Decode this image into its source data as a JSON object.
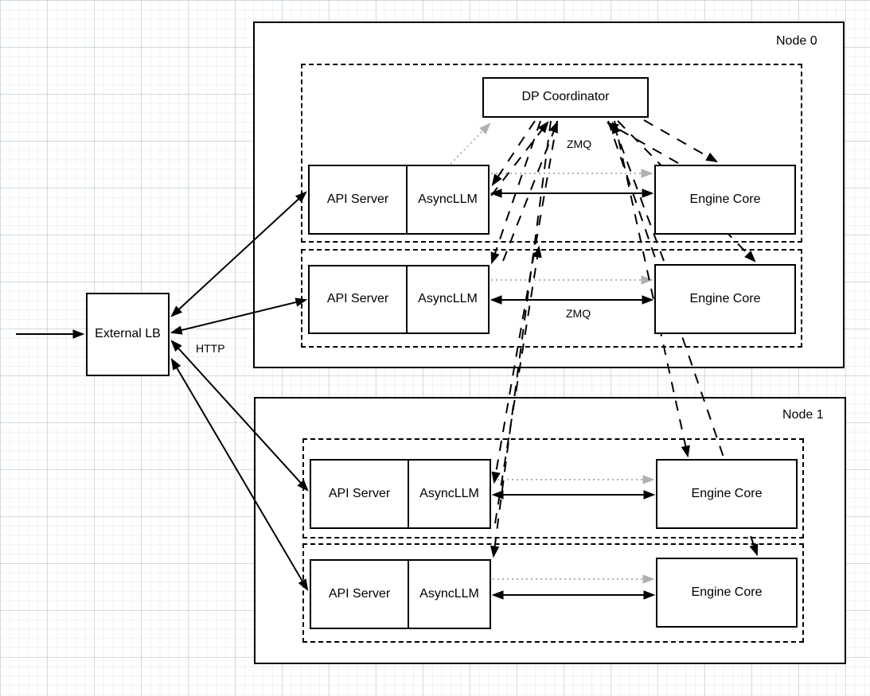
{
  "lb": {
    "label": "External LB"
  },
  "coordinator": {
    "label": "DP Coordinator"
  },
  "nodes": [
    {
      "label": "Node 0"
    },
    {
      "label": "Node 1"
    }
  ],
  "ranks": [
    {
      "api": "API Server",
      "llm": "AsyncLLM",
      "engine": "Engine Core"
    },
    {
      "api": "API Server",
      "llm": "AsyncLLM",
      "engine": "Engine Core"
    },
    {
      "api": "API Server",
      "llm": "AsyncLLM",
      "engine": "Engine Core"
    },
    {
      "api": "API Server",
      "llm": "AsyncLLM",
      "engine": "Engine Core"
    }
  ],
  "labels": {
    "http": "HTTP",
    "zmq_rank0": "ZMQ",
    "zmq_rank1": "ZMQ"
  },
  "colors": {
    "stroke": "#000000",
    "dotted_gray": "#b0b0b0",
    "fill": "#ffffff"
  },
  "edges": [
    {
      "from": "client",
      "to": "external-lb",
      "type": "solid-arrow"
    },
    {
      "from": "external-lb",
      "to": "api-server-0",
      "type": "solid-bidirectional",
      "label": "HTTP"
    },
    {
      "from": "external-lb",
      "to": "api-server-1",
      "type": "solid-bidirectional",
      "label": "HTTP"
    },
    {
      "from": "external-lb",
      "to": "api-server-2",
      "type": "solid-bidirectional",
      "label": "HTTP"
    },
    {
      "from": "external-lb",
      "to": "api-server-3",
      "type": "solid-bidirectional",
      "label": "HTTP"
    },
    {
      "from": "asyncllm-0",
      "to": "engine-core-0",
      "type": "solid-bidirectional",
      "label": "ZMQ"
    },
    {
      "from": "asyncllm-1",
      "to": "engine-core-1",
      "type": "solid-bidirectional",
      "label": "ZMQ"
    },
    {
      "from": "asyncllm-2",
      "to": "engine-core-2",
      "type": "solid-bidirectional"
    },
    {
      "from": "asyncllm-3",
      "to": "engine-core-3",
      "type": "solid-bidirectional"
    },
    {
      "from": "asyncllm-0",
      "to": "dp-coordinator",
      "type": "dotted-gray"
    },
    {
      "from": "asyncllm-0",
      "to": "engine-core-0",
      "type": "dotted-gray"
    },
    {
      "from": "asyncllm-1",
      "to": "engine-core-1",
      "type": "dotted-gray"
    },
    {
      "from": "asyncllm-2",
      "to": "engine-core-2",
      "type": "dotted-gray"
    },
    {
      "from": "asyncllm-3",
      "to": "engine-core-3",
      "type": "dotted-gray"
    },
    {
      "from": "dp-coordinator",
      "to": "asyncllm-0",
      "type": "dashed"
    },
    {
      "from": "dp-coordinator",
      "to": "asyncllm-1",
      "type": "dashed"
    },
    {
      "from": "dp-coordinator",
      "to": "asyncllm-2",
      "type": "dashed"
    },
    {
      "from": "dp-coordinator",
      "to": "asyncllm-3",
      "type": "dashed"
    },
    {
      "from": "dp-coordinator",
      "to": "engine-core-0",
      "type": "dashed"
    },
    {
      "from": "dp-coordinator",
      "to": "engine-core-1",
      "type": "dashed"
    },
    {
      "from": "dp-coordinator",
      "to": "engine-core-2",
      "type": "dashed"
    },
    {
      "from": "dp-coordinator",
      "to": "engine-core-3",
      "type": "dashed"
    },
    {
      "from": "asyncllm-0",
      "to": "dp-coordinator",
      "type": "dashed"
    },
    {
      "from": "asyncllm-1",
      "to": "dp-coordinator",
      "type": "dashed"
    },
    {
      "from": "engine-core-0",
      "to": "dp-coordinator",
      "type": "dashed"
    },
    {
      "from": "engine-core-1",
      "to": "dp-coordinator",
      "type": "dashed"
    },
    {
      "from": "asyncllm-2",
      "to": "node0-rank0-group",
      "type": "dashed"
    }
  ]
}
